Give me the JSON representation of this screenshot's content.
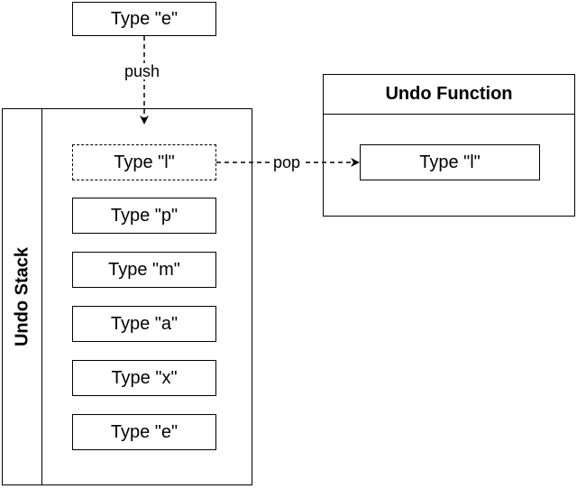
{
  "incoming": {
    "label": "Type \"e\""
  },
  "push_label": "push",
  "pop_label": "pop",
  "undo_stack": {
    "title": "Undo Stack",
    "items": [
      {
        "label": "Type \"l\"",
        "dashed": true
      },
      {
        "label": "Type \"p\""
      },
      {
        "label": "Type \"m\""
      },
      {
        "label": "Type \"a\""
      },
      {
        "label": "Type \"x\""
      },
      {
        "label": "Type \"e\""
      }
    ]
  },
  "undo_function": {
    "title": "Undo Function",
    "item": {
      "label": "Type \"l\""
    }
  }
}
